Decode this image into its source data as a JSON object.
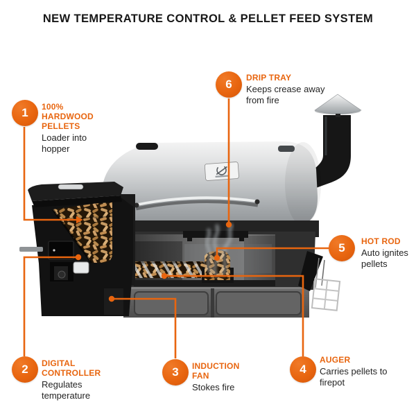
{
  "title": "NEW TEMPERATURE CONTROL & PELLET FEED SYSTEM",
  "theme": {
    "accent": "#E8650F",
    "text_dark": "#1D1D1D"
  },
  "callouts": [
    {
      "number": "1",
      "heading": "100% HARDWOOD PELLETS",
      "description": "Loader into hopper"
    },
    {
      "number": "2",
      "heading": "DIGITAL CONTROLLER",
      "description": "Regulates temperature"
    },
    {
      "number": "3",
      "heading": "INDUCTION FAN",
      "description": "Stokes fire"
    },
    {
      "number": "4",
      "heading": "AUGER",
      "description": "Carries pellets to firepot"
    },
    {
      "number": "5",
      "heading": "HOT ROD",
      "description": "Auto ignites pellets"
    },
    {
      "number": "6",
      "heading": "DRIP TRAY",
      "description": "Keeps crease away from fire"
    }
  ],
  "illustration": {
    "subject": "wood pellet grill smoker cutaway",
    "parts": [
      "hopper-lid",
      "pellet-hopper",
      "digital-controller",
      "auger",
      "firepot",
      "smoke",
      "drip-tray",
      "grill-barrel",
      "chimney",
      "chimney-cap",
      "grease-basket",
      "cabinet"
    ]
  }
}
